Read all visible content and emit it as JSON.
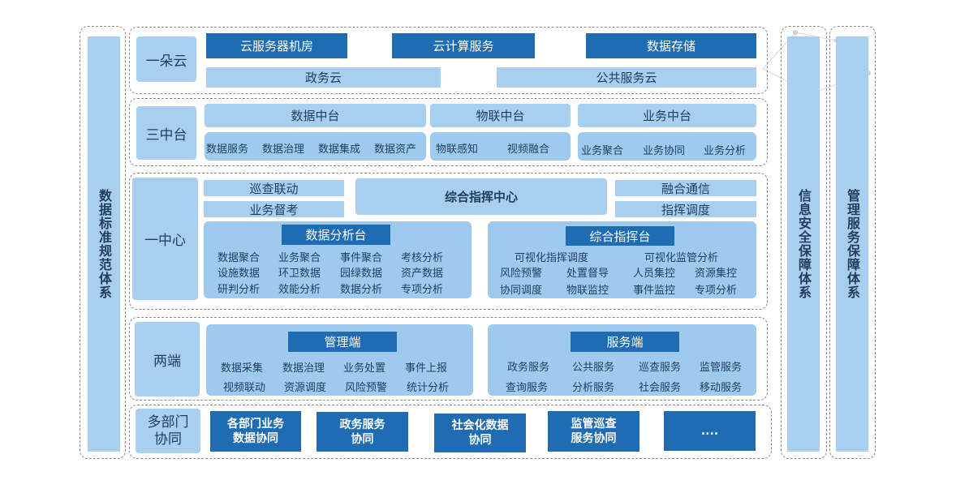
{
  "left_pillar": "数据标准规范体系",
  "right_pillars": [
    "信息安全保障体系",
    "管理服务保障体系"
  ],
  "cloud": {
    "tag": "一朵云",
    "top": [
      "云服务器机房",
      "云计算服务",
      "数据存储"
    ],
    "bottom": [
      "政务云",
      "公共服务云"
    ]
  },
  "platforms": {
    "tag": "三中台",
    "groups": [
      {
        "title": "数据中台",
        "items": [
          "数据服务",
          "数据治理",
          "数据集成",
          "数据资产"
        ]
      },
      {
        "title": "物联中台",
        "items": [
          "物联感知",
          "视频融合"
        ]
      },
      {
        "title": "业务中台",
        "items": [
          "业务聚合",
          "业务协同",
          "业务分析"
        ]
      }
    ]
  },
  "center": {
    "tag": "一中心",
    "left_small": [
      "巡查联动",
      "业务督考"
    ],
    "main": "综合指挥中心",
    "right_small": [
      "融合通信",
      "指挥调度"
    ],
    "analysis": {
      "title": "数据分析台",
      "rows": [
        [
          "数据聚合",
          "业务聚合",
          "事件聚合",
          "考核分析"
        ],
        [
          "设施数据",
          "环卫数据",
          "园绿数据",
          "资产数据"
        ],
        [
          "研判分析",
          "效能分析",
          "数据分析",
          "专项分析"
        ]
      ]
    },
    "command": {
      "title": "综合指挥台",
      "row1": [
        "可视化指挥调度",
        "可视化监管分析"
      ],
      "rows": [
        [
          "风险预警",
          "处置督导",
          "人员集控",
          "资源集控"
        ],
        [
          "协同调度",
          "物联监控",
          "事件监控",
          "专项分析"
        ]
      ]
    }
  },
  "ends": {
    "tag": "两端",
    "manage": {
      "title": "管理端",
      "rows": [
        [
          "数据采集",
          "数据治理",
          "业务处置",
          "事件上报"
        ],
        [
          "视频联动",
          "资源调度",
          "风险预警",
          "统计分析"
        ]
      ]
    },
    "service": {
      "title": "服务端",
      "rows": [
        [
          "政务服务",
          "公共服务",
          "巡查服务",
          "监管服务"
        ],
        [
          "查询服务",
          "分析服务",
          "社会服务",
          "移动服务"
        ]
      ]
    }
  },
  "depts": {
    "tag": [
      "多部门",
      "协同"
    ],
    "items": [
      [
        "各部门业务",
        "数据协同"
      ],
      [
        "政务服务",
        "协同"
      ],
      [
        "社会化数据",
        "协同"
      ],
      [
        "监管巡查",
        "服务协同"
      ],
      [
        "...."
      ]
    ]
  },
  "colors": {
    "light": "#a9cff0",
    "dark": "#1f6cb3",
    "text": "#1f3d5c",
    "border": "#8a8a8a"
  }
}
